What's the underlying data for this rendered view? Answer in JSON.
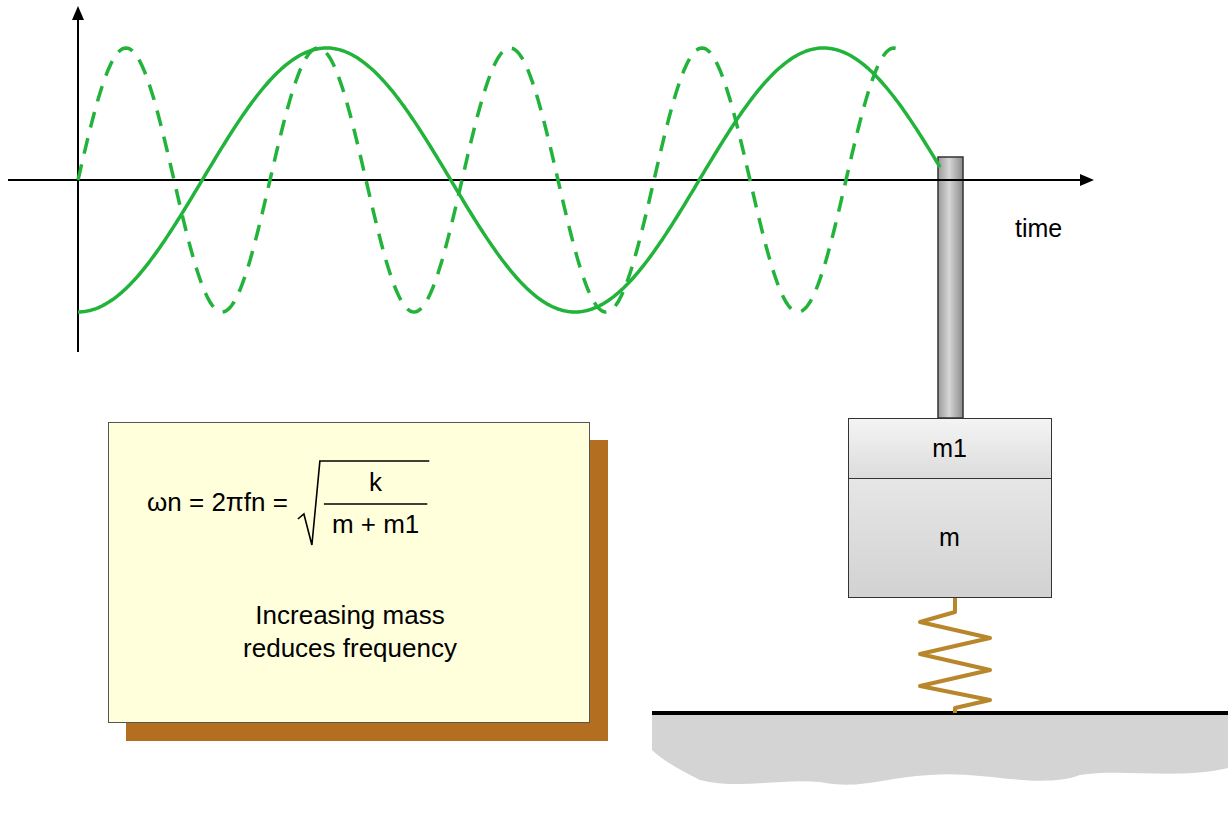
{
  "diagram": {
    "nodes": [
      {
        "text": [
          "ωn = 2πfn =",
          "k",
          "m + m1",
          "Increasing mass reduces frequency"
        ]
      },
      {
        "text": [
          "m1"
        ]
      },
      {
        "text": [
          "m"
        ]
      }
    ],
    "labels": [
      "time"
    ]
  }
}
